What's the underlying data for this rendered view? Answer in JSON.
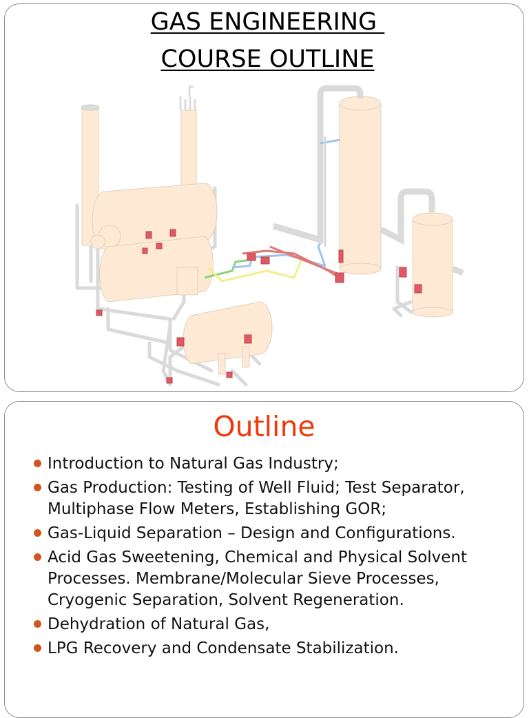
{
  "title": {
    "line1": "GAS ENGINEERING ",
    "line2": "COURSE OUTLINE"
  },
  "outline": {
    "heading": "Outline",
    "items": [
      "Introduction to Natural Gas Industry;",
      "Gas Production: Testing of Well Fluid; Test Separator, Multiphase Flow Meters, Establishing GOR;",
      "Gas-Liquid Separation – Design and Configurations.",
      "Acid Gas Sweetening, Chemical and Physical Solvent Processes. Membrane/Molecular Sieve Processes, Cryogenic Separation, Solvent Regeneration.",
      "Dehydration of Natural Gas,",
      "LPG Recovery and Condensate Stabilization."
    ]
  },
  "colors": {
    "vessel_fill": "#fde9d4",
    "pipe": "#dcdcdc",
    "valve": "#e05a64",
    "heading_accent": "#f0380a",
    "bullet": "#d2541f"
  }
}
